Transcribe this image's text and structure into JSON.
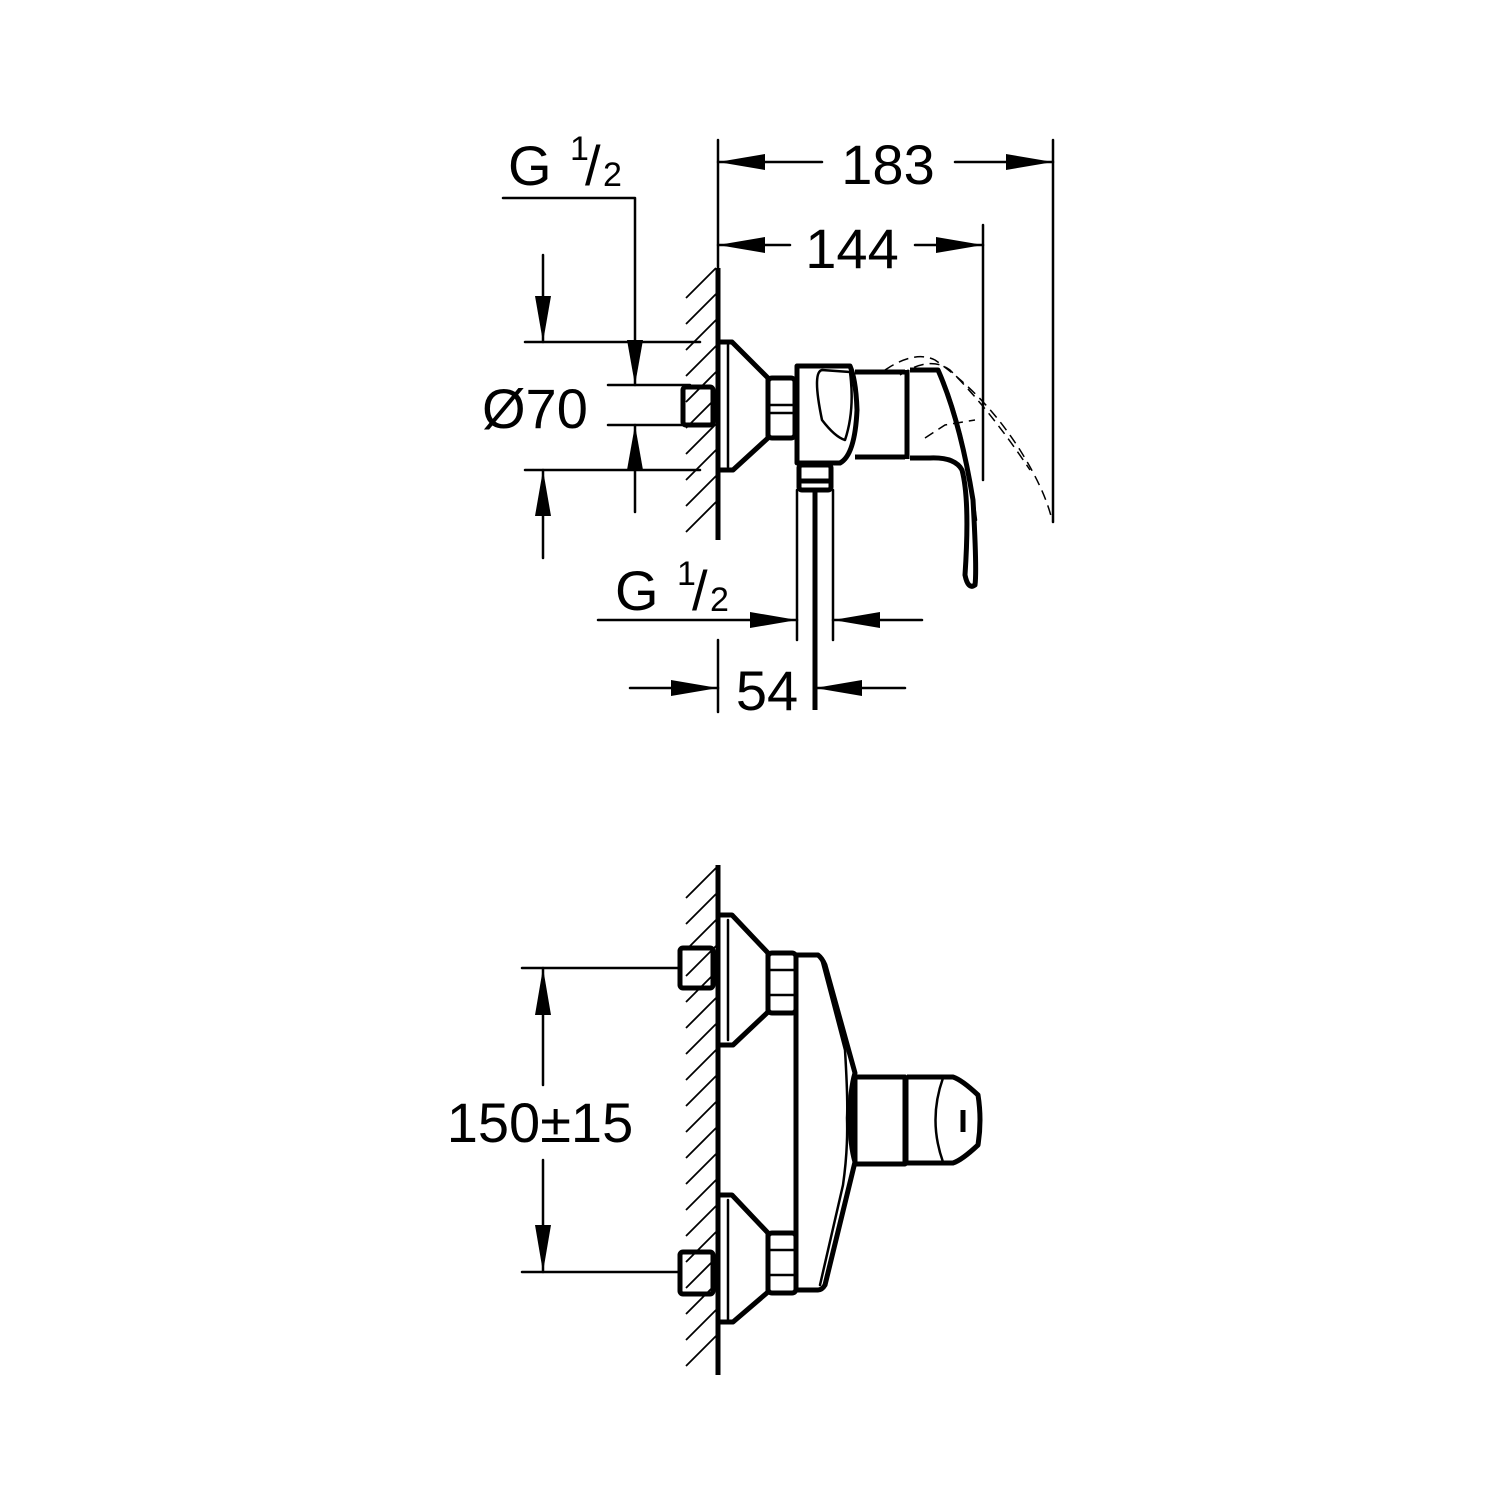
{
  "drawing": {
    "side_view": {
      "dim_total_depth": "183",
      "dim_handle_depth": "144",
      "thread_top": {
        "main": "G",
        "num": "1",
        "slash": "/",
        "den": "2"
      },
      "flange_diameter": "Ø70",
      "thread_outlet": {
        "main": "G",
        "num": "1",
        "slash": "/",
        "den": "2"
      },
      "dim_outlet_offset": "54"
    },
    "front_view": {
      "dim_inlet_spacing": "150±15"
    }
  }
}
